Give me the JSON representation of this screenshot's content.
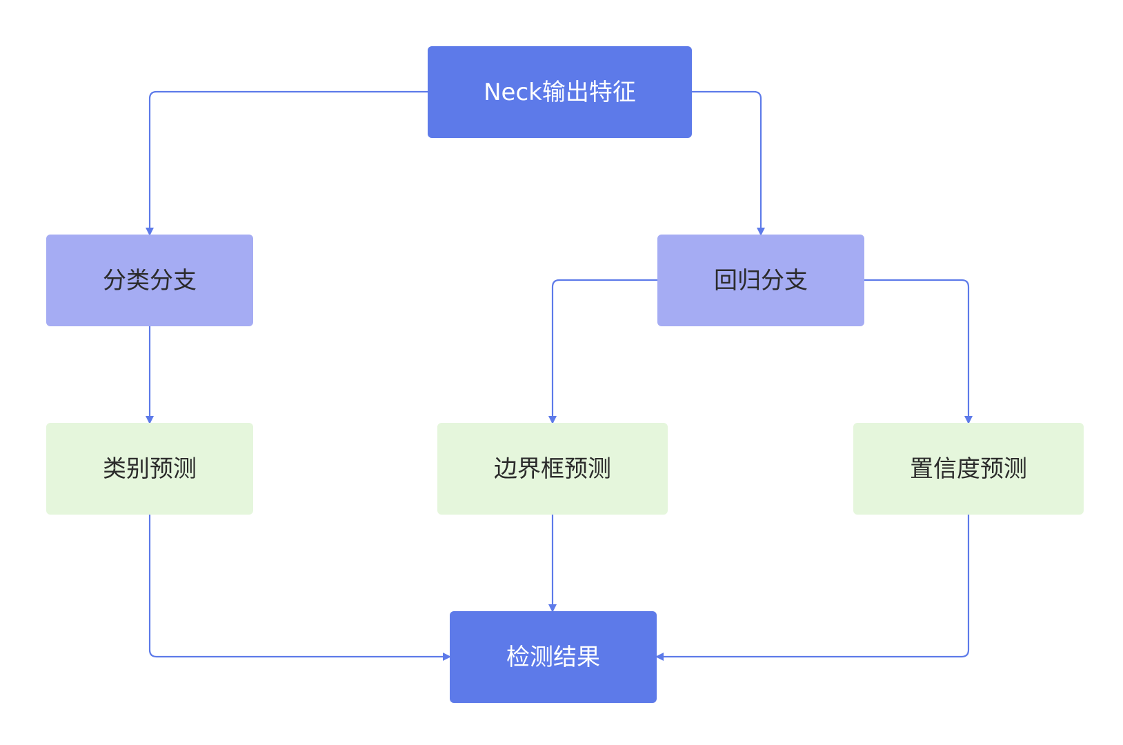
{
  "colors": {
    "primary": "#5d7ae9",
    "secondary": "#a5acf3",
    "tertiary": "#e5f6dc",
    "edge": "#5d7ae9"
  },
  "nodes": {
    "neck": "Neck输出特征",
    "cls_branch": "分类分支",
    "reg_branch": "回归分支",
    "cls_pred": "类别预测",
    "box_pred": "边界框预测",
    "conf_pred": "置信度预测",
    "result": "检测结果"
  }
}
